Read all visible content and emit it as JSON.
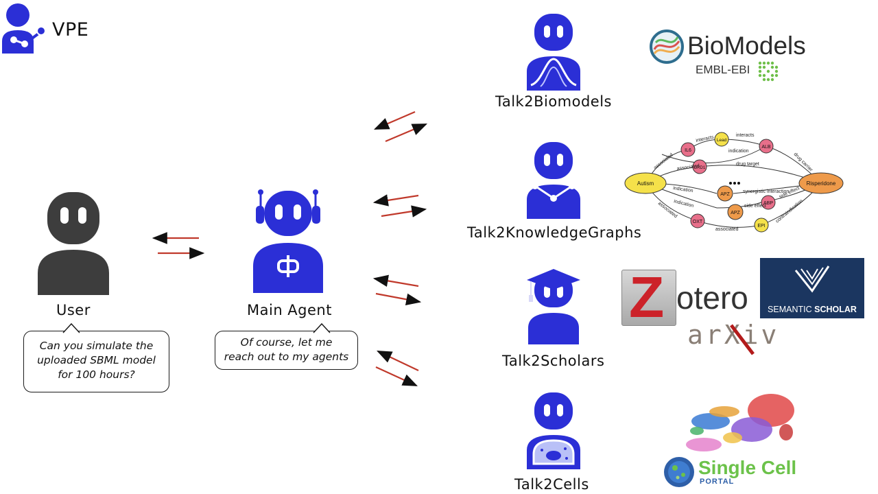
{
  "app": {
    "title": "VPE"
  },
  "colors": {
    "agent_blue": "#2b2fd6",
    "user_gray": "#3d3d3d",
    "arrow_red": "#c0392b",
    "arrow_head": "#111111"
  },
  "user": {
    "label": "User",
    "message": [
      "Can you simulate the",
      "uploaded SBML model",
      "for 100 hours?"
    ]
  },
  "main_agent": {
    "label": "Main Agent",
    "message": [
      "Of course, let me",
      "reach out to my agents"
    ]
  },
  "agents": [
    {
      "label": "Talk2Biomodels",
      "icon": "curve-chest-robot-icon"
    },
    {
      "label": "Talk2KnowledgeGraphs",
      "icon": "graph-chest-robot-icon"
    },
    {
      "label": "Talk2Scholars",
      "icon": "graduation-cap-robot-icon"
    },
    {
      "label": "Talk2Cells",
      "icon": "cell-chest-robot-icon"
    }
  ],
  "logos": {
    "biomodels": {
      "name": "BioModels",
      "sub": "EMBL-EBI"
    },
    "zotero": {
      "z": "Z",
      "rest": "otero"
    },
    "semantic_scholar": {
      "left": "SEMANTIC",
      "right": "SCHOLAR"
    },
    "arxiv": {
      "text": "arXiv"
    },
    "single_cell": {
      "line1": "Single Cell",
      "line2": "PORTAL"
    }
  },
  "knowledge_graph": {
    "nodes": [
      "Autism",
      "Risperidone",
      "IL6",
      "Lead",
      "ALB",
      "DRD1",
      "APZ",
      "APZ",
      "ABP",
      "OXT",
      "EPI"
    ],
    "edges": [
      "associated",
      "interacts",
      "interacts",
      "indication",
      "drug carrier",
      "associated",
      "drug target",
      "indication",
      "synergistic interaction",
      "indication",
      "side effect",
      "side effect",
      "associated",
      "associated",
      "contraindication"
    ]
  }
}
